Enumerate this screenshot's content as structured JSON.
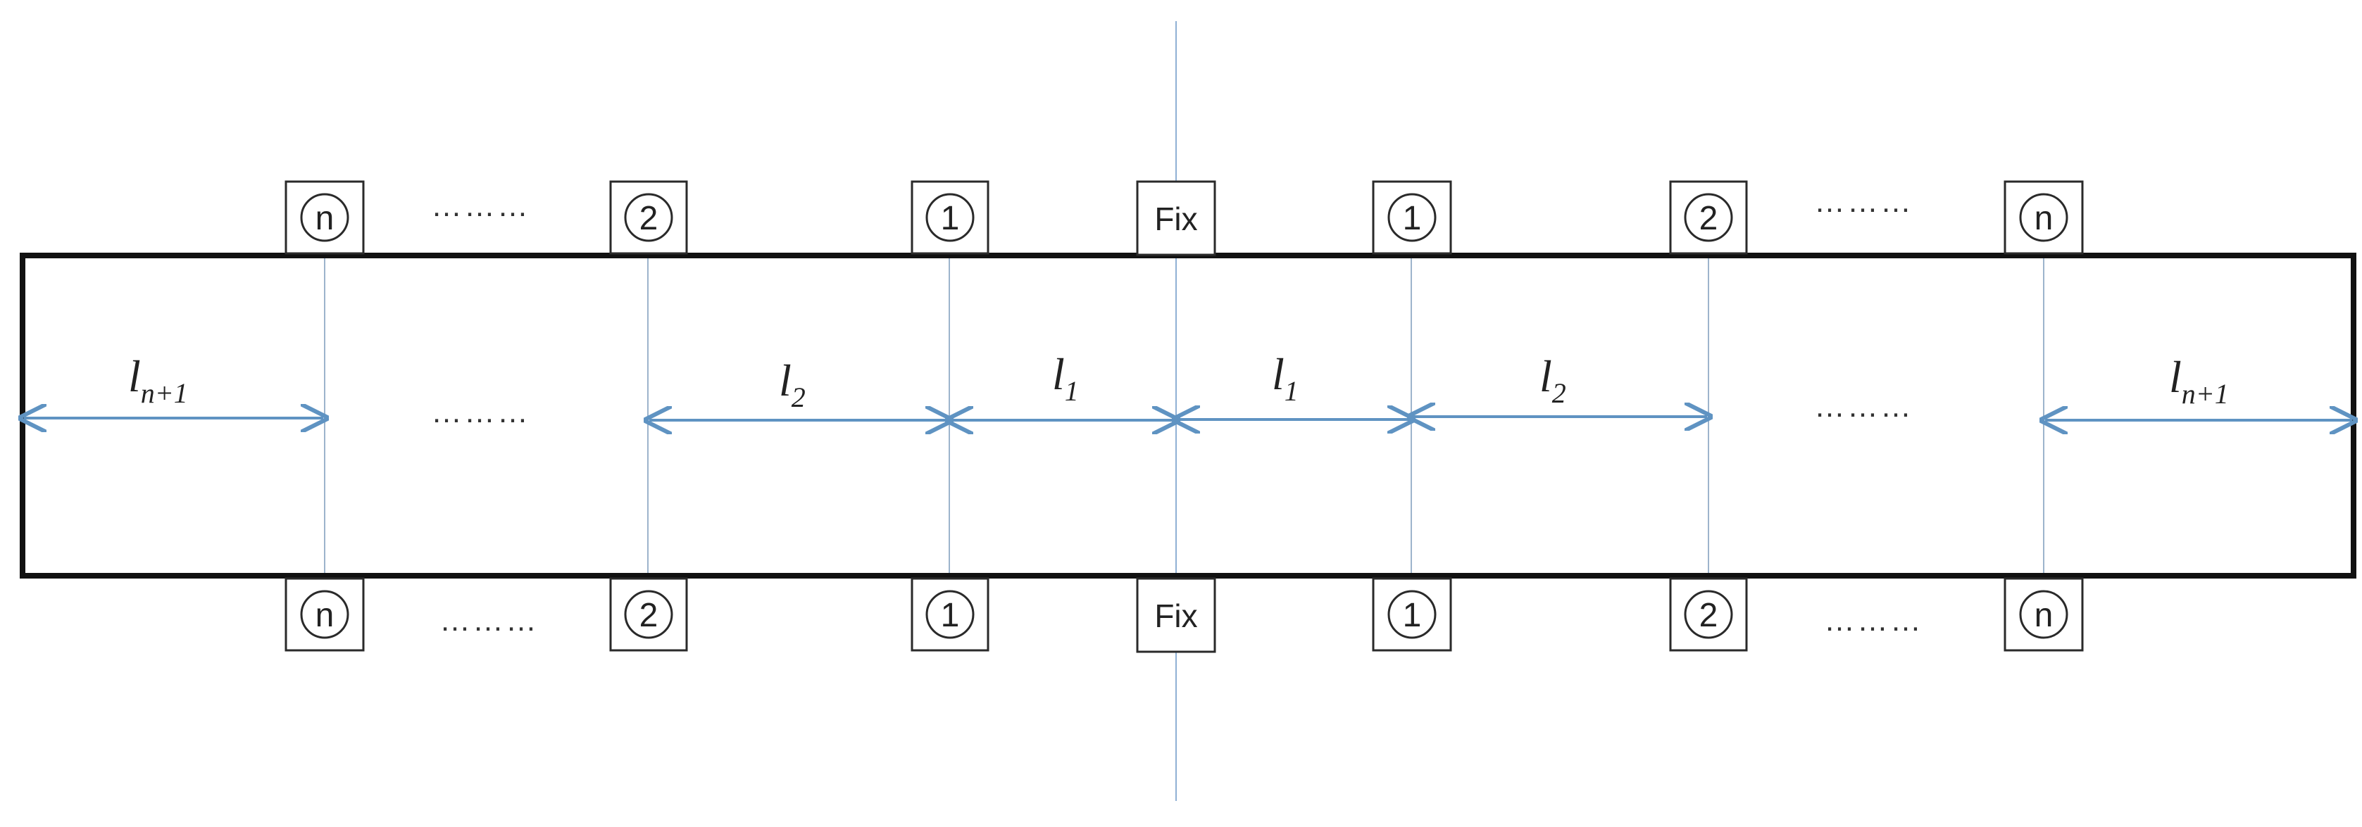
{
  "diagram": {
    "fix_label": "Fix",
    "ellipsis": "………",
    "supports": [
      {
        "id": "left-n",
        "label": "n"
      },
      {
        "id": "left-2",
        "label": "2"
      },
      {
        "id": "left-1",
        "label": "1"
      },
      {
        "id": "center",
        "label": "Fix"
      },
      {
        "id": "right-1",
        "label": "1"
      },
      {
        "id": "right-2",
        "label": "2"
      },
      {
        "id": "right-n",
        "label": "n"
      }
    ],
    "spans": [
      {
        "id": "left-ln1",
        "base": "l",
        "sub": "n+1"
      },
      {
        "id": "left-l2",
        "base": "l",
        "sub": "2"
      },
      {
        "id": "left-l1",
        "base": "l",
        "sub": "1"
      },
      {
        "id": "right-l1",
        "base": "l",
        "sub": "1"
      },
      {
        "id": "right-l2",
        "base": "l",
        "sub": "2"
      },
      {
        "id": "right-ln1",
        "base": "l",
        "sub": "n+1"
      }
    ],
    "colors": {
      "beam": "#111111",
      "dimension_arrows": "#5f93c2",
      "guide_lines": "#9db4cc"
    }
  }
}
